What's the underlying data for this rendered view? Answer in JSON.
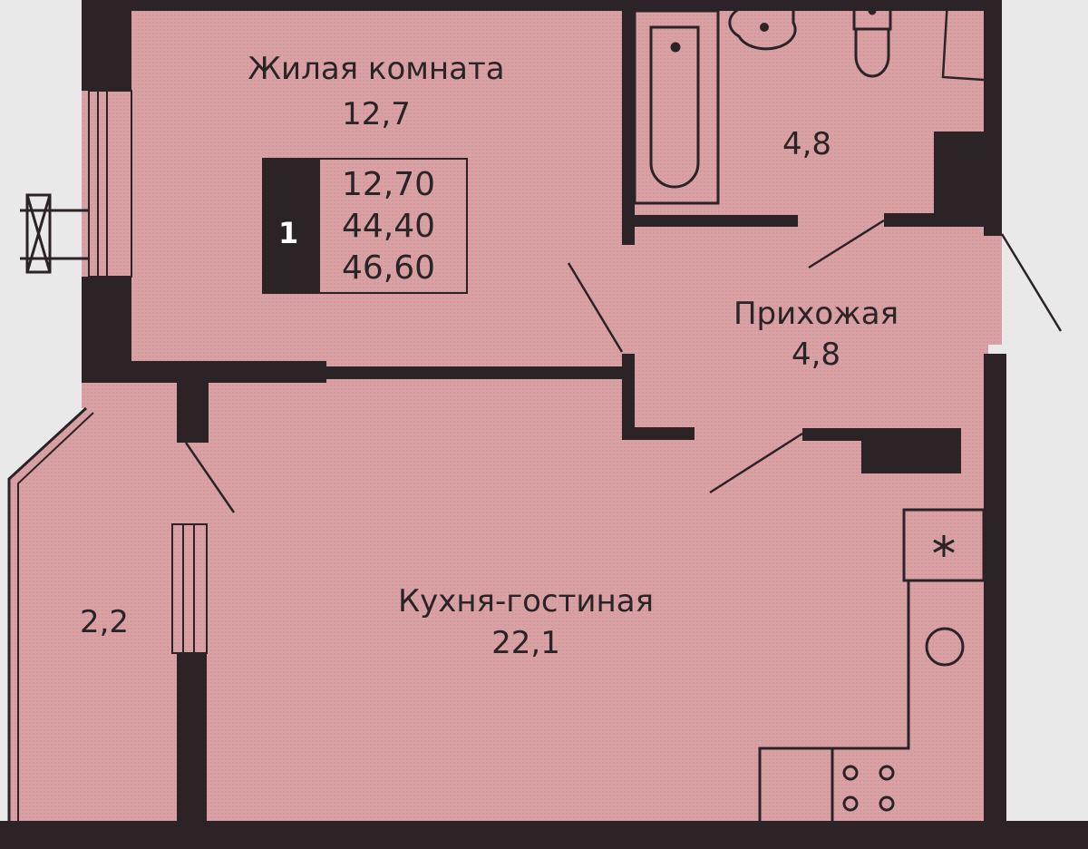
{
  "rooms": {
    "living": {
      "name": "Жилая комната",
      "area": "12,7"
    },
    "bathroom": {
      "area": "4,8"
    },
    "hallway": {
      "name": "Прихожая",
      "area": "4,8"
    },
    "kitchen": {
      "name": "Кухня-гостиная",
      "area": "22,1"
    },
    "balcony": {
      "area": "2,2"
    }
  },
  "summary": {
    "rooms_count": "1",
    "living_area": "12,70",
    "total_area": "44,40",
    "total_area_with_balcony": "46,60"
  },
  "colors": {
    "floor": "#d9a1a4",
    "wall": "#2b2326",
    "outside": "#e9e9e9"
  }
}
